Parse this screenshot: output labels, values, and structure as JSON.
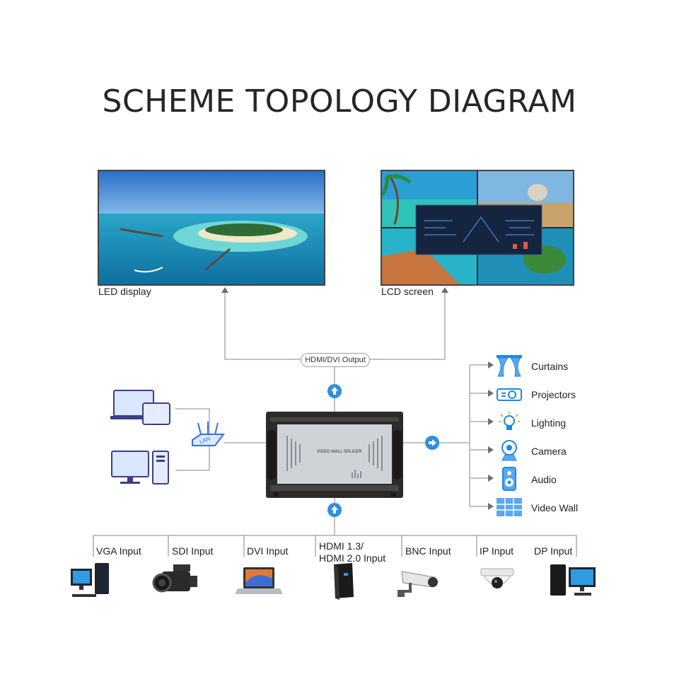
{
  "title": "SCHEME TOPOLOGY DIAGRAM",
  "displays": {
    "led_label": "LED display",
    "lcd_label": "LCD screen"
  },
  "output_pill": "HDMI/DVI Output",
  "router_label": "LAN",
  "splicer_label": "VIDEO WALL SPLICER",
  "outputs": [
    {
      "label": "Curtains",
      "icon": "curtains-icon"
    },
    {
      "label": "Projectors",
      "icon": "projector-icon"
    },
    {
      "label": "Lighting",
      "icon": "lightbulb-icon"
    },
    {
      "label": "Camera",
      "icon": "webcam-icon"
    },
    {
      "label": "Audio",
      "icon": "speaker-icon"
    },
    {
      "label": "Video Wall",
      "icon": "video-wall-icon"
    }
  ],
  "inputs": [
    {
      "label": "VGA Input",
      "icon": "desktop-pc-icon"
    },
    {
      "label": "SDI Input",
      "icon": "camcorder-icon"
    },
    {
      "label": "DVI Input",
      "icon": "laptop-icon"
    },
    {
      "label": "HDMI 1.3/",
      "label2": "HDMI 2.0 Input",
      "icon": "pc-tower-icon"
    },
    {
      "label": "BNC Input",
      "icon": "security-camera-icon"
    },
    {
      "label": "IP Input",
      "icon": "dome-camera-icon"
    },
    {
      "label": "DP Input",
      "icon": "pc-monitor-icon"
    }
  ],
  "colors": {
    "accent": "#2f8fe0",
    "wire": "#9aa0a6",
    "icon_blue": "#1e88e5"
  }
}
